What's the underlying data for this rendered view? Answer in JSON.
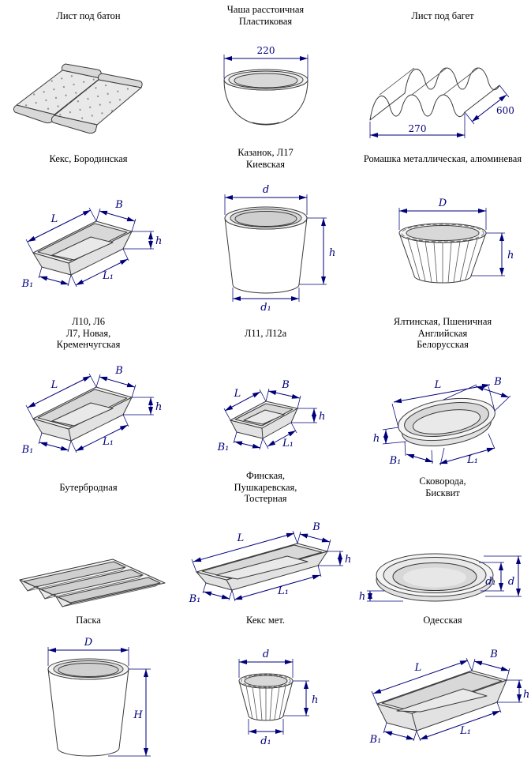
{
  "page": {
    "background": "#ffffff",
    "dimension_color": "#00007b",
    "line_color": "#3a3a3a"
  },
  "cells": [
    {
      "id": "list-pod-baton",
      "title": [
        "Лист под батон"
      ],
      "dims": {}
    },
    {
      "id": "chasha-rasstoichnaya",
      "title": [
        "Чаша расстоичная",
        "Пластиковая"
      ],
      "dims": {
        "width": "220"
      }
    },
    {
      "id": "list-pod-baget",
      "title": [
        "Лист под багет"
      ],
      "dims": {
        "depth": "600",
        "width": "270"
      }
    },
    {
      "id": "keks-borodinskaya",
      "title": [
        "Кекс, Бородинская"
      ],
      "dims": {
        "L": "L",
        "B": "B",
        "h": "h",
        "B1": "B₁",
        "L1": "L₁"
      }
    },
    {
      "id": "kazanok-kievskaya",
      "title": [
        "Казанок, Л17",
        "Киевская"
      ],
      "dims": {
        "d": "d",
        "h": "h",
        "d1": "d₁"
      }
    },
    {
      "id": "romashka",
      "title": [
        "Ромашка металлическая, алюминевая"
      ],
      "dims": {
        "D": "D",
        "h": "h"
      }
    },
    {
      "id": "l10-l6-l7",
      "title": [
        "Л10, Л6",
        "Л7, Новая,",
        "Кременчугская"
      ],
      "dims": {
        "L": "L",
        "B": "B",
        "h": "h",
        "B1": "B₁",
        "L1": "L₁"
      }
    },
    {
      "id": "l11-l12a",
      "title": [
        "Л11, Л12а"
      ],
      "dims": {
        "L": "L",
        "B": "B",
        "h": "h",
        "B1": "B₁",
        "L1": "L₁"
      }
    },
    {
      "id": "yaltinskaya",
      "title": [
        "Ялтинская, Пшеничная",
        "Английская",
        "Белорусская"
      ],
      "dims": {
        "L": "L",
        "B": "B",
        "h": "h",
        "B1": "B₁",
        "L1": "L₁"
      }
    },
    {
      "id": "buterbrodnaya",
      "title": [
        "Бутербродная"
      ],
      "dims": {}
    },
    {
      "id": "finskaya",
      "title": [
        "Финская,",
        "Пушкаревская,",
        "Тостерная"
      ],
      "dims": {
        "L": "L",
        "B": "B",
        "h": "h",
        "B1": "B₁",
        "L1": "L₁"
      }
    },
    {
      "id": "skovoroda-biskvit",
      "title": [
        "Сковорода,",
        "Бисквит"
      ],
      "dims": {
        "d1": "d₁",
        "d": "d",
        "h": "h"
      }
    },
    {
      "id": "paska",
      "title": [
        "Паска"
      ],
      "dims": {
        "D": "D",
        "H": "H"
      }
    },
    {
      "id": "keks-met",
      "title": [
        "Кекс мет."
      ],
      "dims": {
        "d": "d",
        "h": "h",
        "d1": "d₁"
      }
    },
    {
      "id": "odesskaya",
      "title": [
        "Одесская"
      ],
      "dims": {
        "L": "L",
        "B": "B",
        "h": "h",
        "B1": "B₁",
        "L1": "L₁"
      }
    }
  ]
}
